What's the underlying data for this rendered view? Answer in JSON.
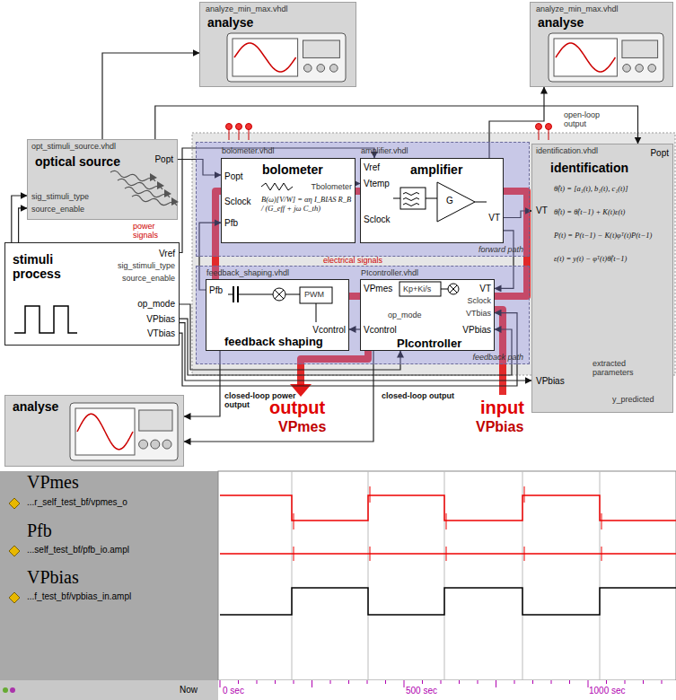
{
  "diagram": {
    "nodes": [
      {
        "text": [
          "analyze_min_max.vhdl",
          "analyse"
        ]
      },
      {
        "text": [
          "analyze_min_max.vhdl",
          "analyse"
        ]
      },
      {
        "text": [
          "opt_stimuli_source.vhdl",
          "optical source",
          "Popt",
          "sig_stimuli_type",
          "source_enable"
        ]
      },
      {
        "text": [
          "stimuli process",
          "Vref",
          "sig_stimuli_type",
          "source_enable",
          "op_mode",
          "VPbias",
          "VTbias"
        ]
      },
      {
        "text": [
          "analyse"
        ]
      },
      {
        "text": [
          "forward path"
        ]
      },
      {
        "text": [
          "bolometer.vhdl",
          "bolometer",
          "Popt",
          "Tbolometer",
          "Sclock",
          "Pfb",
          "B(ω)[V/W] = αη I_BIAS R_B / (G_eff + jω C_th)"
        ],
        "in": 5
      },
      {
        "text": [
          "amplifier.vhdl",
          "amplifier",
          "Vref",
          "Vtemp",
          "Sclock",
          "G",
          "VT"
        ],
        "in": 5
      },
      {
        "text": [
          "feedback path"
        ]
      },
      {
        "text": [
          "feedback_shaping.vhdl",
          "Pfb",
          "PWM",
          "Vcontrol",
          "feedback shaping"
        ],
        "in": 8
      },
      {
        "text": [
          "PIcontroller.vhdl",
          "VPmes",
          "Kp+Ki/s",
          "VT",
          "Sclock",
          "VTbias",
          "op_mode",
          "Vcontrol",
          "PIcontroller",
          "VPbias"
        ],
        "in": 8
      },
      {
        "text": [
          "identification.vhdl",
          "identification",
          "Popt",
          "VT",
          "θ̂(t) = [a₁(t), b₁(t), c₁(t)]",
          "θ̂(t) = θ̂(t−1) + K(t)ε(t)",
          "P(t) = P(t−1) − K(t)φᵀ(t)P(t−1)",
          "ε(t) = y(t) − φᵀ(t)θ̂(t−1)",
          "VPbias"
        ]
      }
    ],
    "edges": [
      {
        "from": 3,
        "to": 2,
        "arrow": "to"
      },
      {
        "from": 3,
        "to": 2,
        "arrow": "to"
      },
      {
        "from": 2,
        "to": 6,
        "arrow": "to"
      },
      {
        "from": 6,
        "to": 7,
        "arrow": "to"
      },
      {
        "from": 3,
        "to": 7,
        "arrow": "to"
      },
      {
        "from": 7,
        "to": 11,
        "arrow": "to"
      },
      {
        "from": 7,
        "to": 10,
        "arrow": "to"
      },
      {
        "from": 10,
        "to": 9,
        "arrow": "to"
      },
      {
        "from": 9,
        "to": 6,
        "arrow": "to"
      },
      {
        "from": 3,
        "to": 10,
        "arrow": "to"
      },
      {
        "from": 3,
        "to": 10,
        "arrow": "to"
      },
      {
        "from": 3,
        "to": 10,
        "arrow": "to"
      },
      {
        "from": 3,
        "to": 11,
        "arrow": "to"
      },
      {
        "from": 9,
        "to": 4,
        "arrow": "to"
      },
      {
        "from": 10,
        "to": 4,
        "arrow": "to"
      },
      {
        "from": 2,
        "to": 0,
        "arrow": "to"
      },
      {
        "from": 2,
        "to": 11,
        "arrow": "to"
      },
      {
        "from": 7,
        "to": 1,
        "arrow": "to"
      }
    ],
    "labels": [
      "power signals",
      "electrical signals",
      "open-loop output",
      "closed-loop power output",
      "closed-loop output",
      "extracted parameters",
      "y_predicted",
      "output",
      "VPmes",
      "input",
      "VPbias",
      "VPmes",
      "...r_self_test_bf/vpmes_o",
      "Pfb",
      "...self_test_bf/pfb_io.ampl",
      "VPbias",
      "...f_test_bf/vpbias_in.ampl",
      "Now",
      "0 sec",
      "500 sec",
      "1000 sec"
    ]
  }
}
